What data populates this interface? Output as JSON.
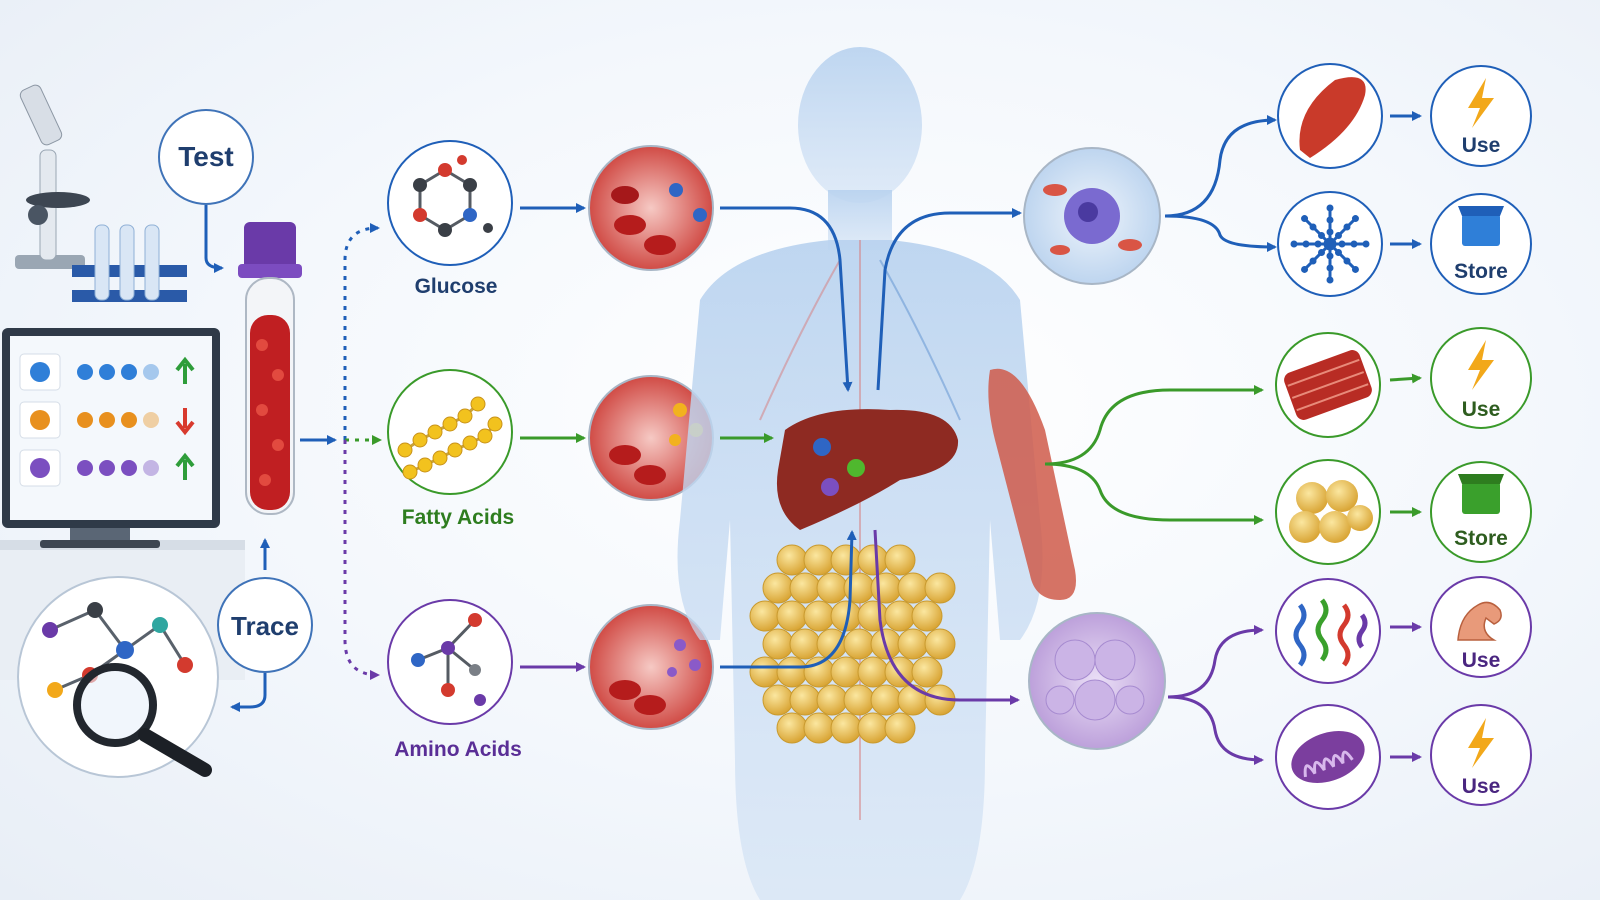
{
  "lab": {
    "test_label": "Test",
    "trace_label": "Trace"
  },
  "nutrients": {
    "glucose": "Glucose",
    "fatty_acids": "Fatty Acids",
    "amino_acids": "Amino Acids"
  },
  "outcomes": {
    "glucose_use": "Use",
    "glucose_store": "Store",
    "fat_use": "Use",
    "fat_store": "Store",
    "amino_use_build": "Use",
    "amino_use_energy": "Use"
  },
  "monitor_rows": [
    {
      "icon": "hexagon-icon",
      "color": "#2f7fd8",
      "trend": "up",
      "trend_color": "#2e9d3a"
    },
    {
      "icon": "droplet-icon",
      "color": "#e8901e",
      "trend": "down",
      "trend_color": "#d83a2e"
    },
    {
      "icon": "chain-icon",
      "color": "#7b4fc0",
      "trend": "up",
      "trend_color": "#2e9d3a"
    }
  ],
  "colors": {
    "glucose": "#1f5fb8",
    "fat": "#3a9a2a",
    "amino": "#6a3aa8",
    "energy": "#f2a81a"
  }
}
